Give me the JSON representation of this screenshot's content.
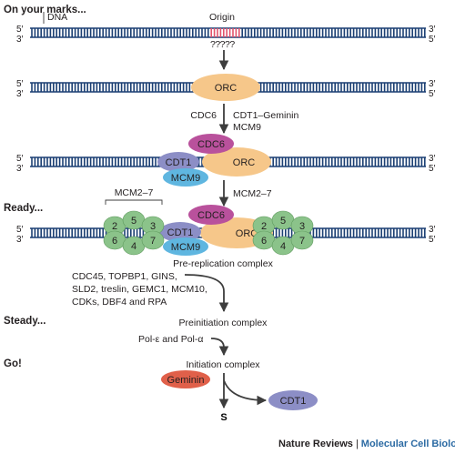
{
  "stages": {
    "marks": "On your marks...",
    "ready": "Ready...",
    "steady": "Steady...",
    "go": "Go!"
  },
  "strand_labels": {
    "left_top": "5′",
    "left_bottom": "3′",
    "right_top": "3′",
    "right_bottom": "5′"
  },
  "dna_label": "DNA",
  "origin_label": "Origin",
  "origin_unknown": "?????",
  "proteins": {
    "orc": "ORC",
    "cdc6": "CDC6",
    "cdt1": "CDT1",
    "mcm9": "MCM9",
    "geminin": "Geminin"
  },
  "steps": {
    "step1_left": "CDC6",
    "step1_right_line1": "CDT1–Geminin",
    "step1_right_line2": "MCM9",
    "step2": "MCM2–7",
    "mcm_bracket": "MCM2–7",
    "prerc": "Pre-replication complex",
    "factors": [
      "CDC45, TOPBP1, GINS,",
      "SLD2, treslin, GEMC1, MCM10,",
      "CDKs, DBF4 and RPA"
    ],
    "pic": "Preinitiation complex",
    "pols": "Pol-ε and Pol-α",
    "ic": "Initiation complex",
    "s_phase": "S"
  },
  "mcm_ring_left": [
    "2",
    "5",
    "3",
    "6",
    "4",
    "7"
  ],
  "mcm_ring_right": [
    "2",
    "5",
    "3",
    "6",
    "4",
    "7"
  ],
  "colors": {
    "dna": "#1b3f73",
    "origin": "#e2536d",
    "orc": "#f6c78a",
    "cdc6": "#b9519c",
    "cdt1": "#8c8ec6",
    "mcm9": "#5fb6e0",
    "mcm": "#8bc38a",
    "geminin": "#e0604a"
  },
  "footer": {
    "journal": "Nature Reviews",
    "separator": "|",
    "subjournal": "Molecular Cell Biology"
  }
}
